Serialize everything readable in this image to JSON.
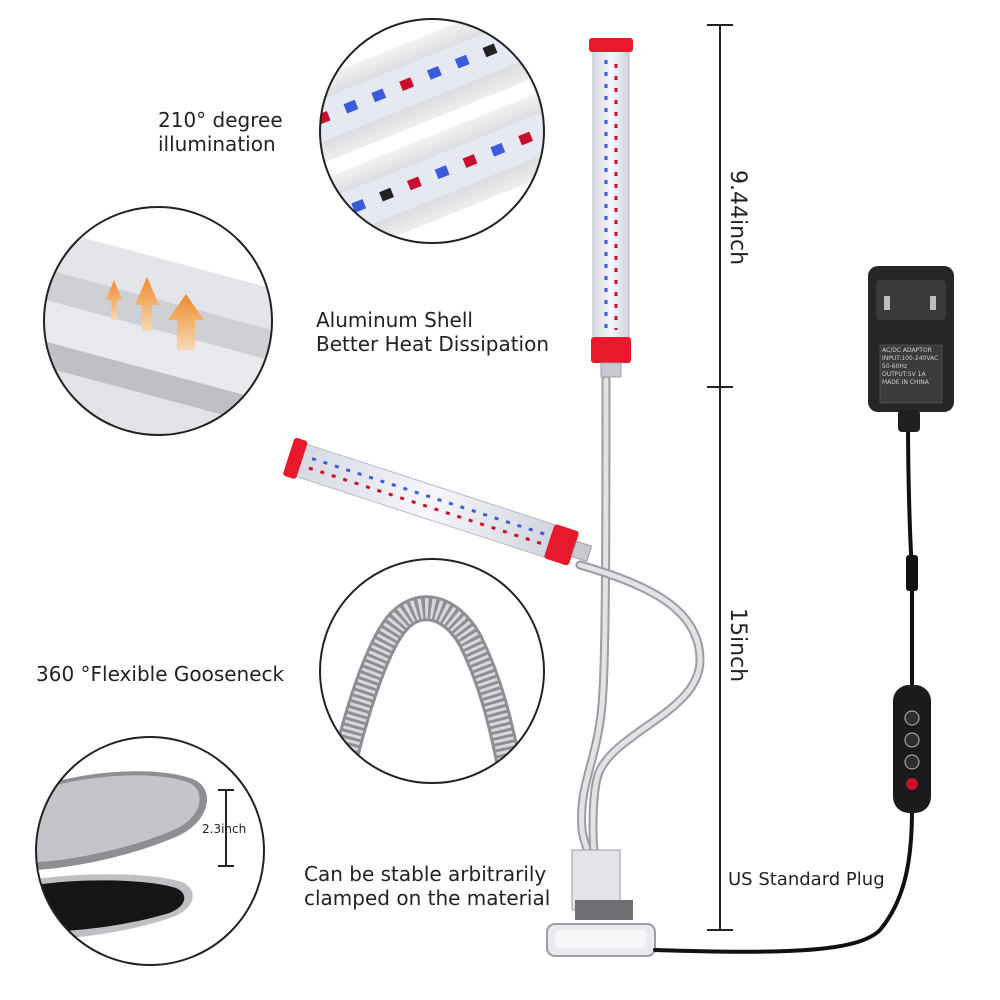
{
  "features": {
    "illumination": {
      "line1": "210° degree",
      "line2": "illumination"
    },
    "heat": {
      "line1": "Aluminum Shell",
      "line2": "Better Heat Dissipation"
    },
    "gooseneck": {
      "line1": "360 °Flexible Gooseneck"
    },
    "clamp": {
      "line1": "Can be stable arbitrarily",
      "line2": "clamped on the material"
    },
    "plug": {
      "line1": "US Standard Plug"
    }
  },
  "dimensions": {
    "light_bar": "9.44inch",
    "gooseneck": "15inch",
    "clamp_opening": "2.3inch"
  },
  "adapter": {
    "line1": "AC/DC ADAPTOR",
    "line2": "INPUT:100-240VAC",
    "line3": "50-60Hz",
    "line4": "OUTPUT:5V 1A",
    "line5": "MADE IN CHINA"
  },
  "colors": {
    "accent_red": "#e8192c",
    "aluminum": "#d9dade",
    "led_blue": "#3b5bd9",
    "led_red": "#c8102e"
  }
}
